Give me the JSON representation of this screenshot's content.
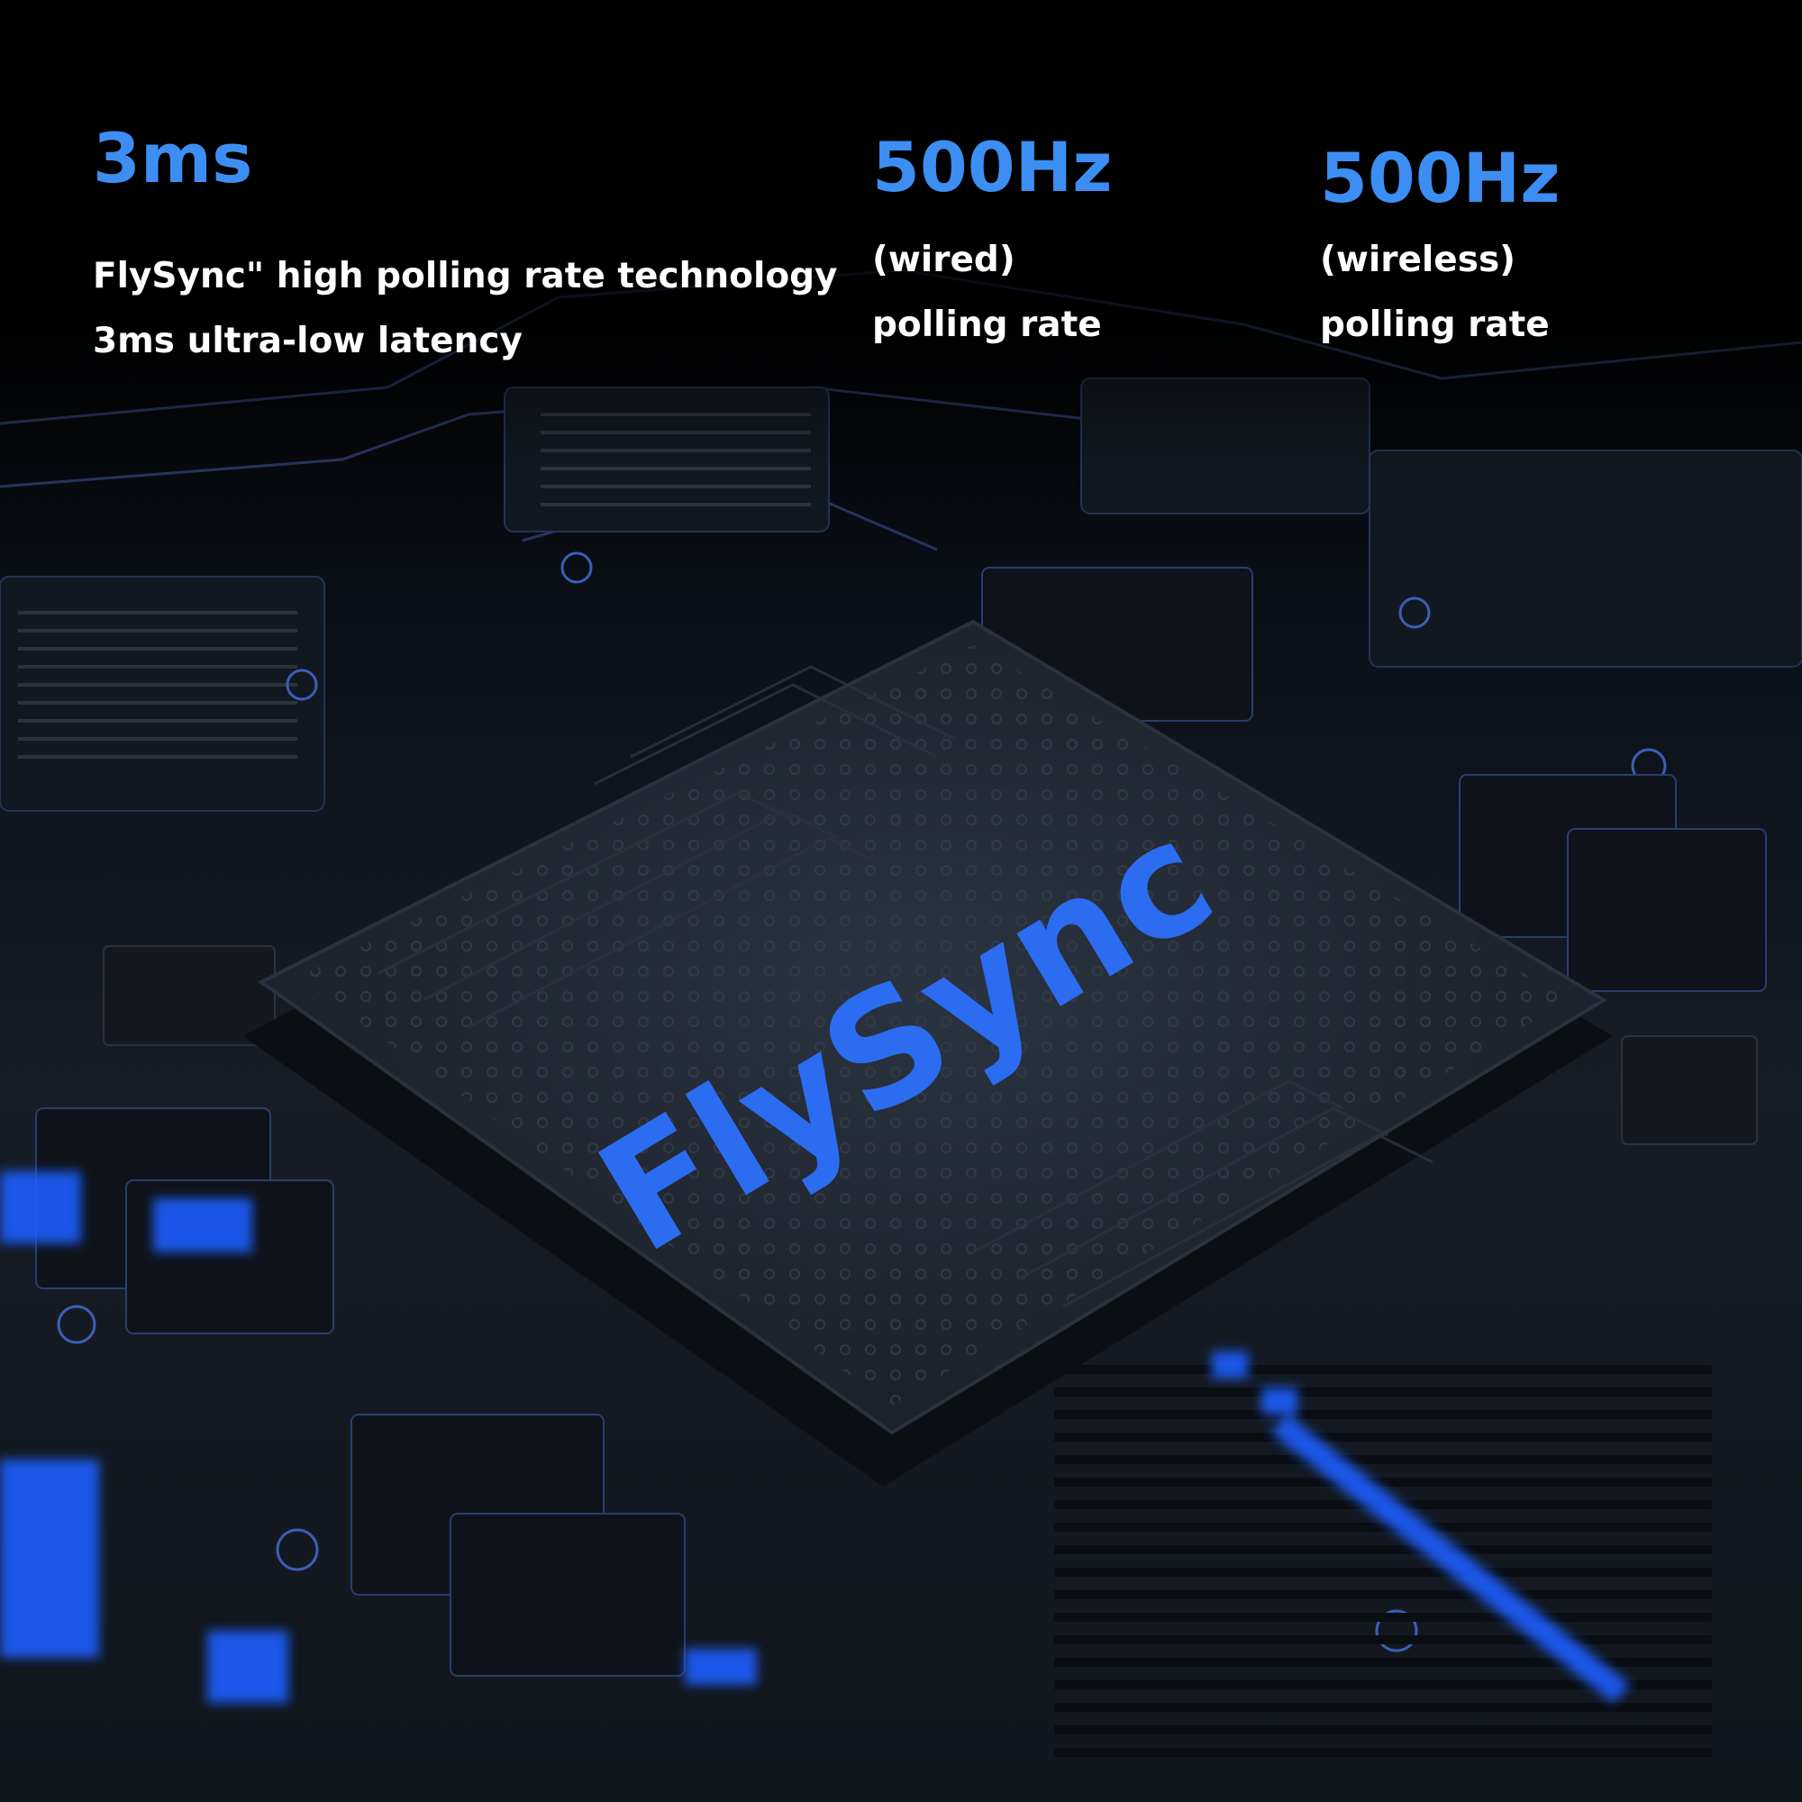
{
  "specs": [
    {
      "value": "3ms",
      "line1": "FlySync\" high polling rate technology",
      "line2": "3ms ultra-low latency"
    },
    {
      "value": "500Hz",
      "line1": "(wired)",
      "line2": "polling rate"
    },
    {
      "value": "500Hz",
      "line1": "(wireless)",
      "line2": "polling rate"
    }
  ],
  "chip": {
    "brand": "FlySync"
  },
  "colors": {
    "accent": "#3d8ef2",
    "chip_brand": "#2c6cf0",
    "glow": "#1f5fff",
    "background": "#000000",
    "board": "#1a1f28"
  }
}
